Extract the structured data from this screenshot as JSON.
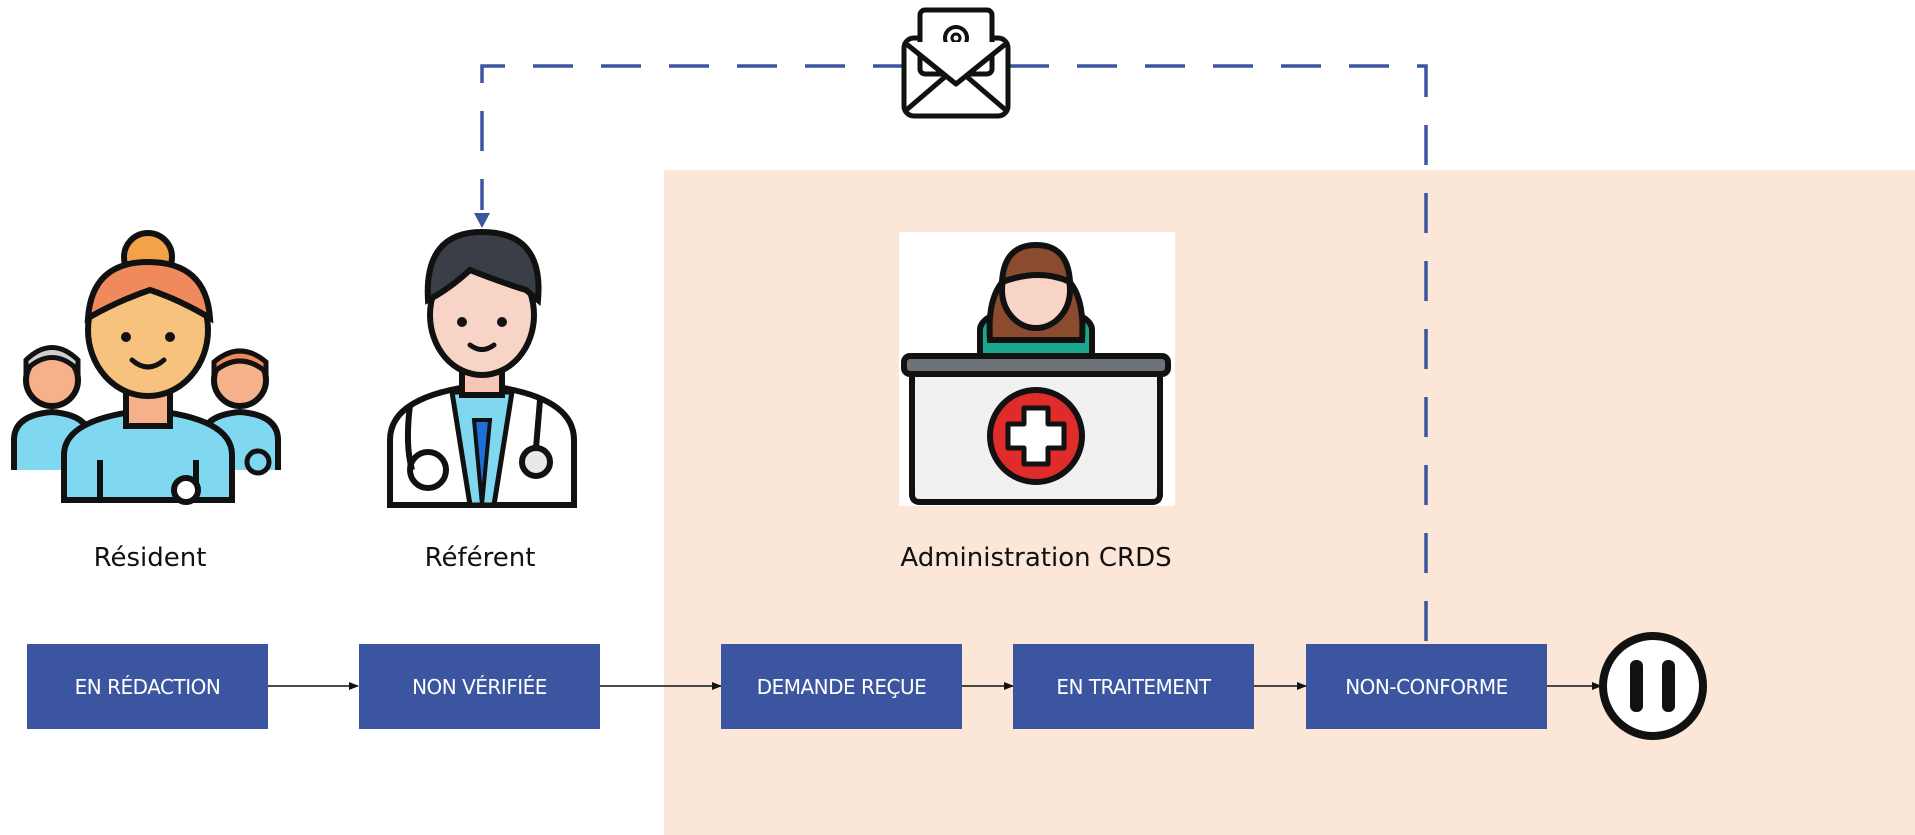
{
  "actors": {
    "resident": {
      "label": "Résident",
      "icon": "resident-group-icon"
    },
    "referent": {
      "label": "Référent",
      "icon": "doctor-icon"
    },
    "administration": {
      "label": "Administration CRDS",
      "icon": "reception-desk-icon"
    }
  },
  "states": [
    {
      "label": "EN RÉDACTION"
    },
    {
      "label": "NON VÉRIFIÉE"
    },
    {
      "label": "DEMANDE REÇUE"
    },
    {
      "label": "EN TRAITEMENT"
    },
    {
      "label": "NON-CONFORME"
    }
  ],
  "end_icon": "pause-icon",
  "notification_icon": "email-icon",
  "colors": {
    "state_box": "#3b55a0",
    "admin_zone": "#fbe6d8",
    "dashed_line": "#3b55a0",
    "arrow": "#111111"
  }
}
